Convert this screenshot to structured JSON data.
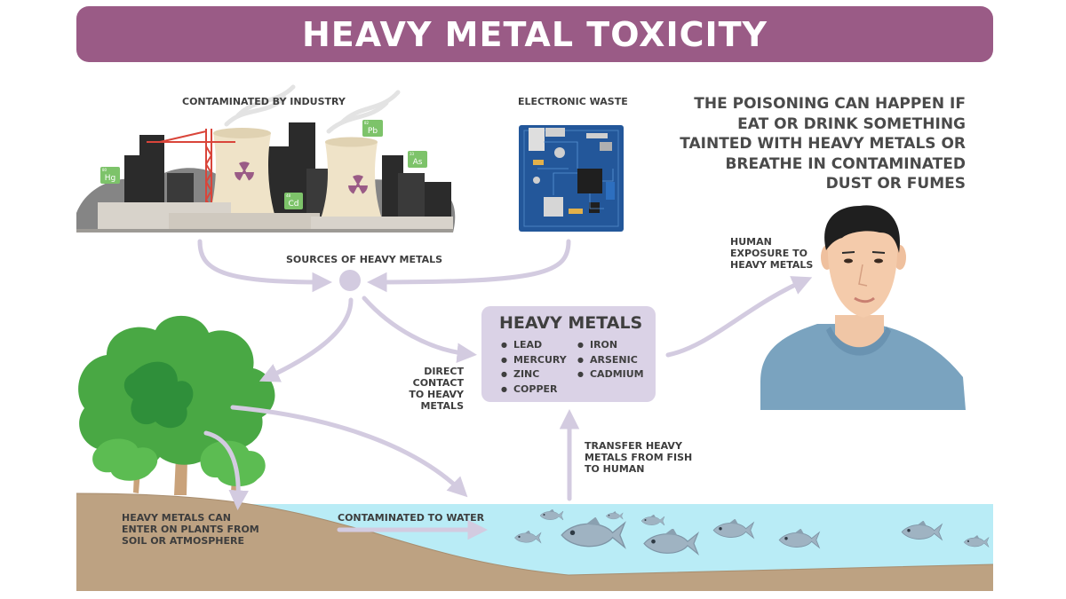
{
  "title": "HEAVY METAL TOXICITY",
  "labels": {
    "industry": "CONTAMINATED BY INDUSTRY",
    "ewaste": "ELECTRONIC WASTE",
    "sources": "SOURCES OF HEAVY METALS",
    "human_exposure": [
      "HUMAN",
      "EXPOSURE TO",
      "HEAVY METALS"
    ],
    "direct_contact": [
      "DIRECT CONTACT",
      "TO HEAVY METALS"
    ],
    "transfer": [
      "TRANSFER HEAVY",
      "METALS FROM FISH",
      "TO HUMAN"
    ],
    "plants": [
      "HEAVY METALS CAN",
      "ENTER ON PLANTS FROM",
      "SOIL OR ATMOSPHERE"
    ],
    "water": "CONTAMINATED TO WATER"
  },
  "statement": [
    "THE POISONING CAN HAPPEN IF",
    "EAT OR DRINK SOMETHING",
    "TAINTED WITH HEAVY METALS OR",
    "BREATHE IN CONTAMINATED",
    "DUST OR FUMES"
  ],
  "heavy_metals": {
    "title": "HEAVY METALS",
    "col1": [
      "LEAD",
      "MERCURY",
      "ZINC",
      "COPPER"
    ],
    "col2": [
      "IRON",
      "ARSENIC",
      "CADMIUM"
    ]
  },
  "element_badges": [
    {
      "number": "80",
      "symbol": "Hg"
    },
    {
      "number": "48",
      "symbol": "Cd"
    },
    {
      "number": "82",
      "symbol": "Pb"
    },
    {
      "number": "33",
      "symbol": "As"
    }
  ],
  "colors": {
    "title_bg": "#9a5b86",
    "box_bg": "#dad2e6",
    "arrow": "#d3cbe0",
    "tree": "#49a844",
    "water": "#b9ecf6",
    "soil": "#bda282",
    "shirt": "#7aa3bf",
    "badge": "#7dc36a"
  }
}
